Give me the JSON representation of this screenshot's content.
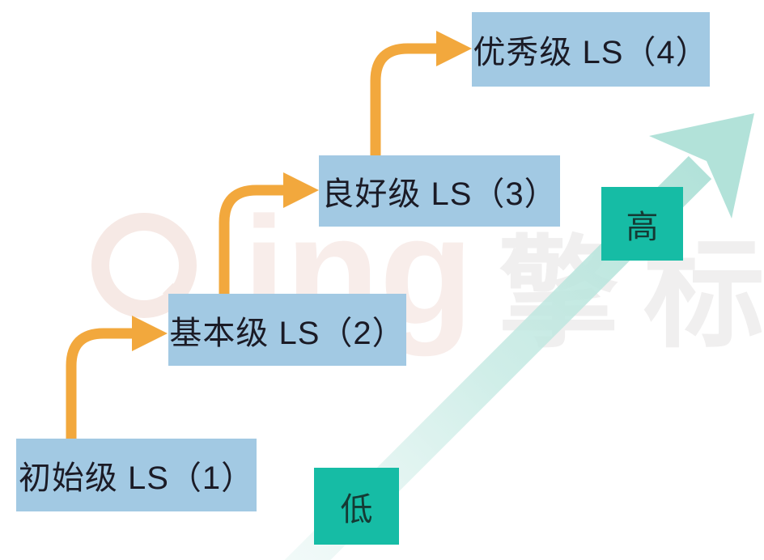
{
  "diagram": {
    "levels": [
      {
        "id": 1,
        "label": "初始级 LS（1）"
      },
      {
        "id": 2,
        "label": "基本级 LS（2）"
      },
      {
        "id": 3,
        "label": "良好级 LS（3）"
      },
      {
        "id": 4,
        "label": "优秀级 LS（4）"
      }
    ],
    "scale": {
      "low": "低",
      "high": "高"
    },
    "watermark": {
      "latin": "ing",
      "cjk": "擎标"
    },
    "colors": {
      "level_box": "#a2c9e3",
      "level_text": "#1b1b26",
      "step_arrow": "#f2a83d",
      "scale_square": "#16bca5",
      "scale_text": "#153a34",
      "trend_arrow": "#b2e2d9",
      "watermark_pink": "#f6e9e5",
      "watermark_gray": "#f0efef"
    }
  }
}
